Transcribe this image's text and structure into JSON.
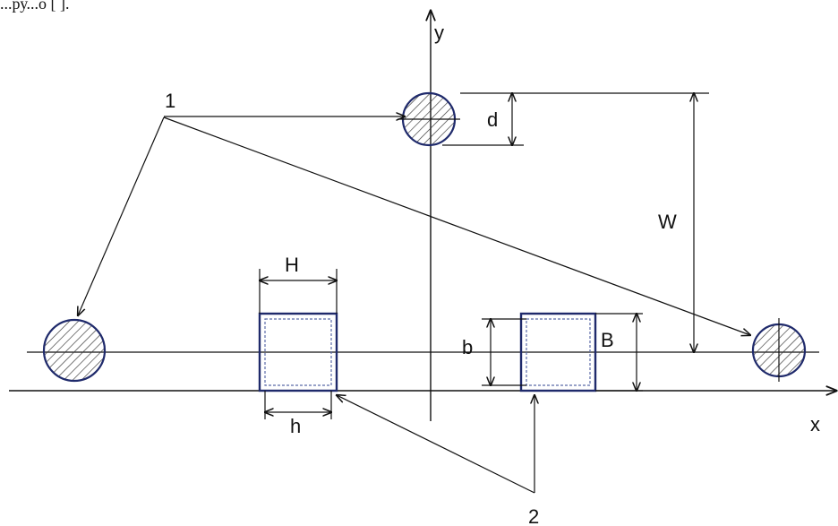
{
  "caption_fragment": "...ру...о [ ].",
  "axes": {
    "x_label": "x",
    "y_label": "y"
  },
  "callouts": {
    "rods": "1",
    "tubes": "2"
  },
  "dimensions": {
    "rod_diameter": "d",
    "height_W": "W",
    "outer_width": "H",
    "inner_width": "h",
    "inner_height": "b",
    "outer_height": "B"
  },
  "colors": {
    "outline": "#1f2a6b",
    "line": "#111111",
    "hatch": "#333333"
  }
}
